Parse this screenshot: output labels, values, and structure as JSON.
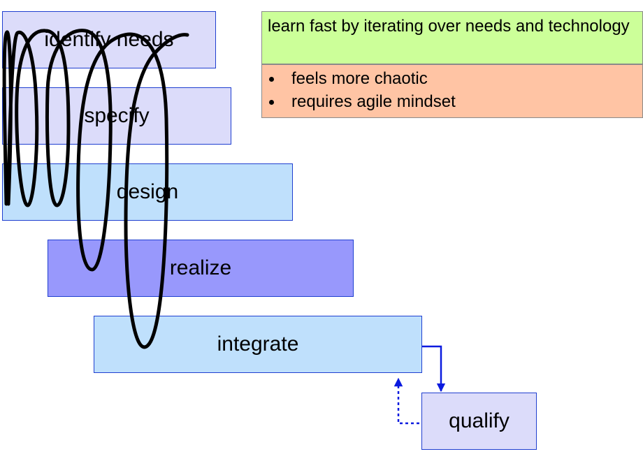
{
  "stages": [
    {
      "key": "identify",
      "label": "identify needs",
      "color": "#dcdcfa"
    },
    {
      "key": "specify",
      "label": "specify",
      "color": "#dcdcfa"
    },
    {
      "key": "design",
      "label": "design",
      "color": "#bfe0fc"
    },
    {
      "key": "realize",
      "label": "realize",
      "color": "#9898fc"
    },
    {
      "key": "integrate",
      "label": "integrate",
      "color": "#bfe0fc"
    },
    {
      "key": "qualify",
      "label": "qualify",
      "color": "#dcdcfa"
    }
  ],
  "note": {
    "headline": "learn fast by iterating over needs and technology",
    "headline_color": "#ccff99",
    "bullets": [
      "feels more chaotic",
      "requires agile mindset"
    ],
    "bullets_color": "#ffc4a4"
  },
  "colors": {
    "spiral": "#000000",
    "arrow": "#0a1adf"
  }
}
